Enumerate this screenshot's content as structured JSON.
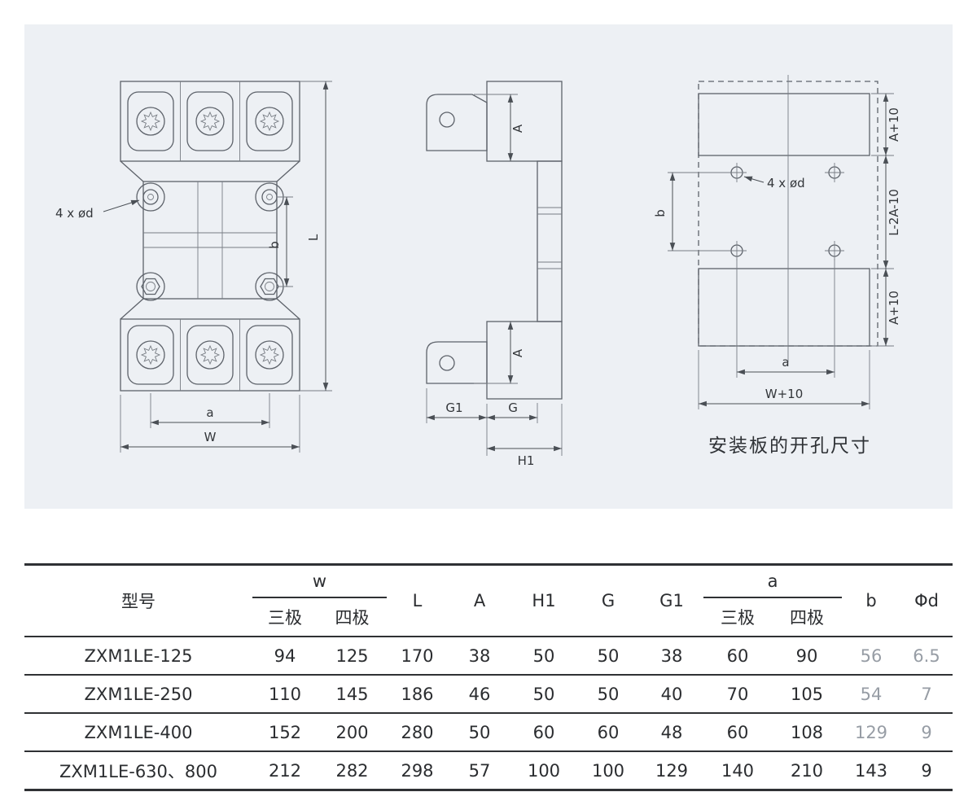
{
  "drawing": {
    "panel_bg": "#edf0f4",
    "front_view": {
      "hole_label": "4 x ød",
      "dim_b": "b",
      "dim_L": "L",
      "dim_a": "a",
      "dim_W": "W"
    },
    "side_view": {
      "dim_A_top": "A",
      "dim_A_bottom": "A",
      "dim_G1": "G1",
      "dim_G": "G",
      "dim_H1": "H1"
    },
    "mount_view": {
      "hole_label": "4 x ød",
      "dim_b": "b",
      "dim_A10_top": "A+10",
      "dim_L2A10": "L-2A-10",
      "dim_A10_bottom": "A+10",
      "dim_a": "a",
      "dim_W10": "W+10",
      "caption": "安装板的开孔尺寸"
    }
  },
  "table": {
    "headers": {
      "model": "型号",
      "w": "w",
      "three_pole": "三极",
      "four_pole": "四极",
      "L": "L",
      "A": "A",
      "H1": "H1",
      "G": "G",
      "G1": "G1",
      "a": "a",
      "b": "b",
      "phi_d": "Φd"
    },
    "rows": [
      {
        "model": "ZXM1LE-125",
        "w3": "94",
        "w4": "125",
        "L": "170",
        "A": "38",
        "H1": "50",
        "G": "50",
        "G1": "38",
        "a3": "60",
        "a4": "90",
        "b": "56",
        "phid": "6.5"
      },
      {
        "model": "ZXM1LE-250",
        "w3": "110",
        "w4": "145",
        "L": "186",
        "A": "46",
        "H1": "50",
        "G": "50",
        "G1": "40",
        "a3": "70",
        "a4": "105",
        "b": "54",
        "phid": "7"
      },
      {
        "model": "ZXM1LE-400",
        "w3": "152",
        "w4": "200",
        "L": "280",
        "A": "50",
        "H1": "60",
        "G": "60",
        "G1": "48",
        "a3": "60",
        "a4": "108",
        "b": "129",
        "phid": "9"
      },
      {
        "model": "ZXM1LE-630、800",
        "w3": "212",
        "w4": "282",
        "L": "298",
        "A": "57",
        "H1": "100",
        "G": "100",
        "G1": "129",
        "a3": "140",
        "a4": "210",
        "b": "143",
        "phid": "9"
      }
    ]
  }
}
